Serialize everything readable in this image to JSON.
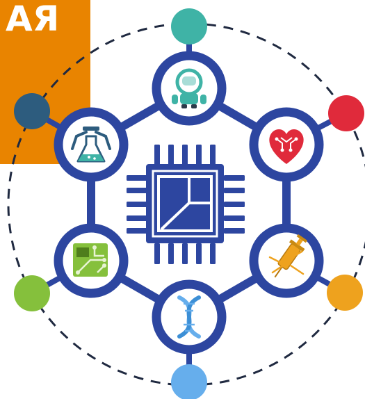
{
  "corner_banner": {
    "text": "АЯ",
    "color": "#E98400"
  },
  "colors": {
    "ring_blue": "#2D46A0",
    "chip_blue": "#2D46A0",
    "dashed_circle": "#1F2940",
    "teal": "#3FB3A6",
    "red": "#E02A3B",
    "orange": "#EEA21E",
    "light_blue": "#66AEEC",
    "green": "#85C03C",
    "navy": "#2D5C7E"
  },
  "nodes": [
    {
      "name": "robot",
      "icon": "robot-icon",
      "accent": "teal"
    },
    {
      "name": "heart-circuit",
      "icon": "heart-circuit-icon",
      "accent": "red"
    },
    {
      "name": "syringe",
      "icon": "syringe-icon",
      "accent": "orange"
    },
    {
      "name": "dna",
      "icon": "dna-icon",
      "accent": "light_blue"
    },
    {
      "name": "circuit-board",
      "icon": "circuit-board-icon",
      "accent": "green"
    },
    {
      "name": "lab-flask",
      "icon": "lab-flask-icon",
      "accent": "navy"
    }
  ],
  "center": {
    "icon": "microchip-icon"
  }
}
